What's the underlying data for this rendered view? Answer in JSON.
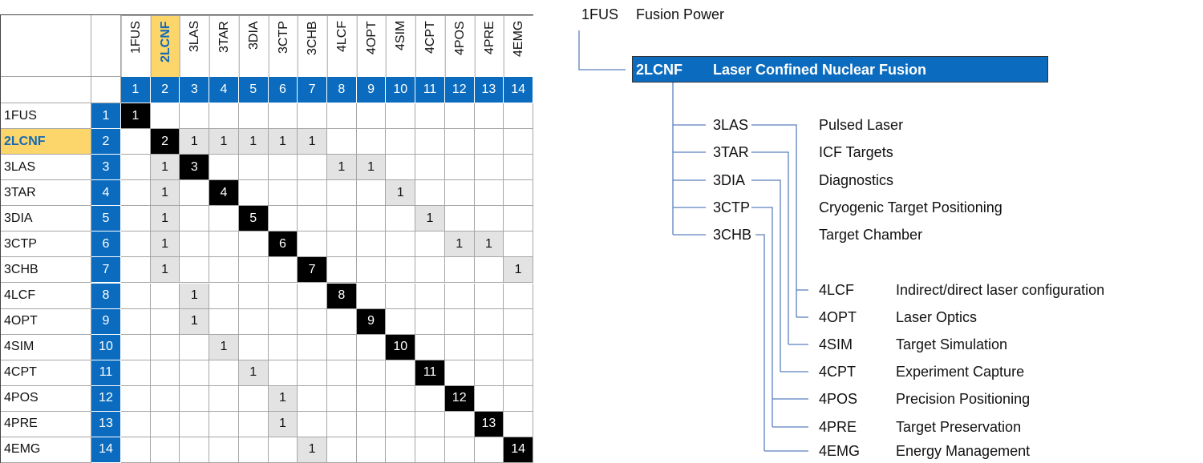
{
  "matrix": {
    "codes": [
      "1FUS",
      "2LCNF",
      "3LAS",
      "3TAR",
      "3DIA",
      "3CTP",
      "3CHB",
      "4LCF",
      "4OPT",
      "4SIM",
      "4CPT",
      "4POS",
      "4PRE",
      "4EMG"
    ],
    "highlighted_index": 2,
    "dependencies": {
      "2": [
        3,
        4,
        5,
        6,
        7
      ],
      "3": [
        2,
        8,
        9
      ],
      "4": [
        2,
        10
      ],
      "5": [
        2,
        11
      ],
      "6": [
        2,
        12,
        13
      ],
      "7": [
        2,
        14
      ],
      "8": [
        3
      ],
      "9": [
        3
      ],
      "10": [
        4
      ],
      "11": [
        5
      ],
      "12": [
        6
      ],
      "13": [
        6
      ],
      "14": [
        7
      ]
    },
    "mark": "1"
  },
  "tree": {
    "root": {
      "code": "1FUS",
      "label": "Fusion Power"
    },
    "main": {
      "code": "2LCNF",
      "label": "Laser Confined Nuclear Fusion"
    },
    "level3": [
      {
        "code": "3LAS",
        "label": "Pulsed Laser"
      },
      {
        "code": "3TAR",
        "label": "ICF Targets"
      },
      {
        "code": "3DIA",
        "label": "Diagnostics"
      },
      {
        "code": "3CTP",
        "label": "Cryogenic Target Positioning"
      },
      {
        "code": "3CHB",
        "label": "Target Chamber"
      }
    ],
    "level4": [
      {
        "code": "4LCF",
        "label": "Indirect/direct laser configuration",
        "parent": "3LAS"
      },
      {
        "code": "4OPT",
        "label": "Laser Optics",
        "parent": "3LAS"
      },
      {
        "code": "4SIM",
        "label": "Target Simulation",
        "parent": "3TAR"
      },
      {
        "code": "4CPT",
        "label": "Experiment Capture",
        "parent": "3DIA"
      },
      {
        "code": "4POS",
        "label": "Precision Positioning",
        "parent": "3CTP"
      },
      {
        "code": "4PRE",
        "label": "Target Preservation",
        "parent": "3CTP"
      },
      {
        "code": "4EMG",
        "label": "Energy Management",
        "parent": "3CHB"
      }
    ]
  },
  "colors": {
    "accent": "#0b6cbf",
    "highlight": "#fcd66b",
    "line": "#5a7fc0",
    "dependency": "#e3e3e3"
  }
}
